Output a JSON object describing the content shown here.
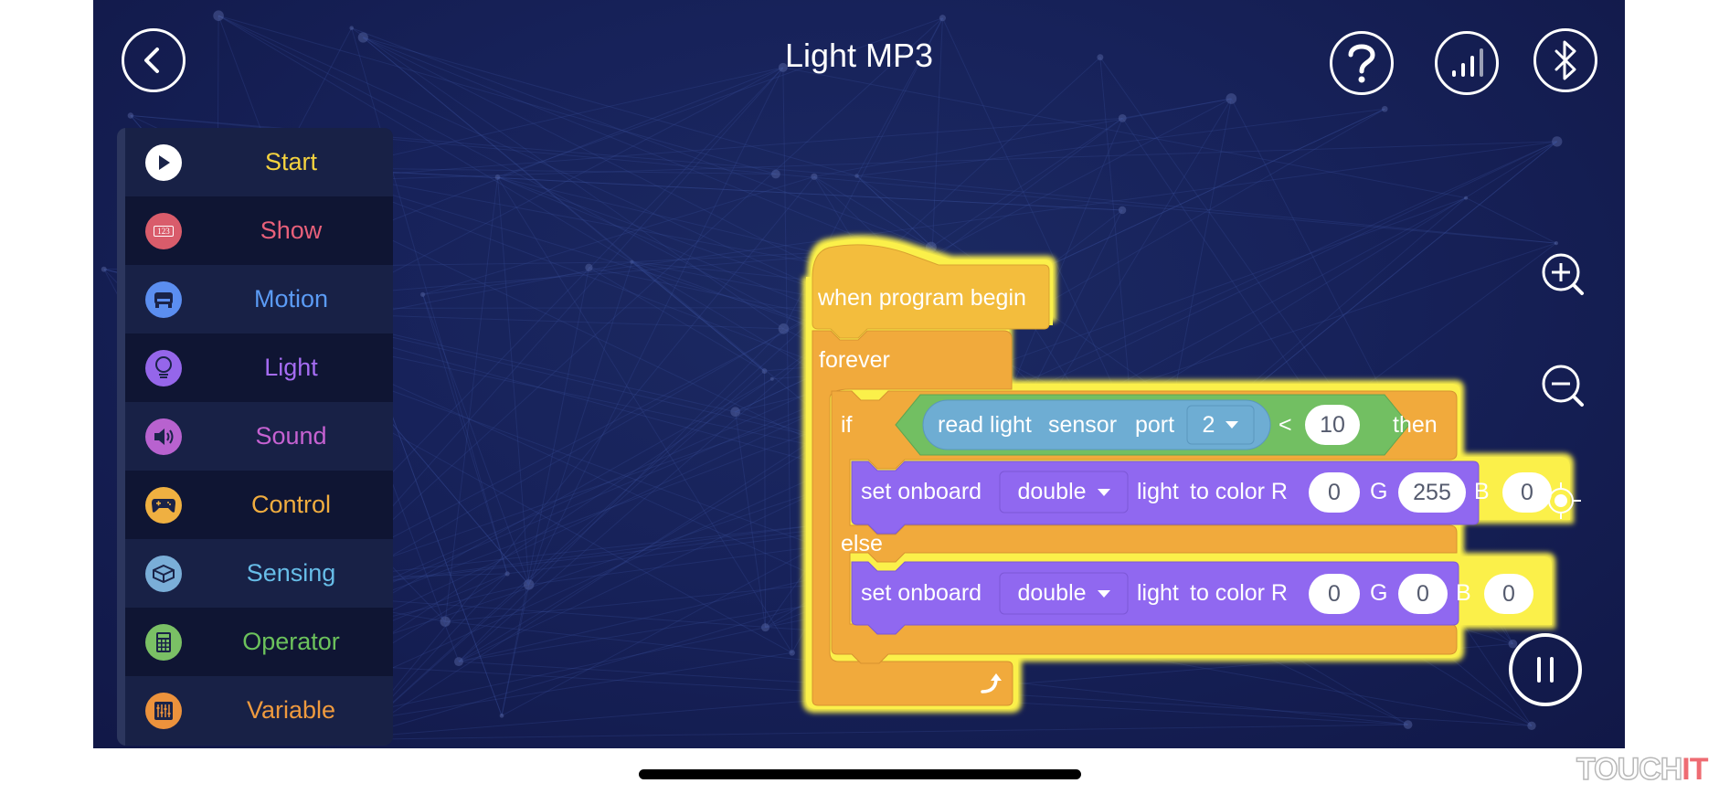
{
  "header": {
    "title": "Light MP3",
    "back_icon": "chevron-left-icon",
    "help_icon": "question-mark-icon",
    "signal_icon": "signal-bars-icon",
    "bluetooth_icon": "bluetooth-icon"
  },
  "sidebar": {
    "items": [
      {
        "label": "Start",
        "icon": "play-icon",
        "color": "#f5d33f",
        "icon_bg": "#ffffff"
      },
      {
        "label": "Show",
        "icon": "display-123-icon",
        "icon_text": "123",
        "color": "#e8607a",
        "icon_bg": "#d95c6b"
      },
      {
        "label": "Motion",
        "icon": "car-icon",
        "color": "#5b9bf5",
        "icon_bg": "#5b8ef0"
      },
      {
        "label": "Light",
        "icon": "lightbulb-icon",
        "color": "#a56cf2",
        "icon_bg": "#9566ea"
      },
      {
        "label": "Sound",
        "icon": "speaker-icon",
        "color": "#c662d2",
        "icon_bg": "#b862cf"
      },
      {
        "label": "Control",
        "icon": "gamepad-icon",
        "color": "#f1ad3f",
        "icon_bg": "#efb041"
      },
      {
        "label": "Sensing",
        "icon": "cube-icon",
        "color": "#67bde8",
        "icon_bg": "#7aaed8"
      },
      {
        "label": "Operator",
        "icon": "calculator-icon",
        "color": "#6cc25c",
        "icon_bg": "#7ac065"
      },
      {
        "label": "Variable",
        "icon": "sliders-icon",
        "color": "#ef9a3e",
        "icon_bg": "#ec923c"
      }
    ]
  },
  "blocks": {
    "hat_label": "when program begin",
    "forever_label": "forever",
    "if_label": "if",
    "then_label": "then",
    "else_label": "else",
    "sensor": {
      "label_read": "read light",
      "label_sensor": "sensor",
      "label_port": "port",
      "port_value": "2"
    },
    "comparison": {
      "operator": "<",
      "value": "10"
    },
    "set_if": {
      "label_set": "set onboard",
      "mode": "double",
      "label_light": "light",
      "label_to": "to color R",
      "r": "0",
      "g_label": "G",
      "g": "255",
      "b_label": "B",
      "b": "0"
    },
    "set_else": {
      "label_set": "set onboard",
      "mode": "double",
      "label_light": "light",
      "label_to": "to color R",
      "r": "0",
      "g_label": "G",
      "g": "0",
      "b_label": "B",
      "b": "0"
    },
    "loop_icon": "loop-arrow-icon",
    "colors": {
      "hat": "#f3bd3d",
      "control": "#f1aa3c",
      "highlight": "#fbf04a",
      "operator": "#72bf62",
      "sensing": "#6eadd3",
      "light": "#9068f0"
    }
  },
  "controls": {
    "zoom_in_icon": "zoom-in-icon",
    "zoom_out_icon": "zoom-out-icon",
    "pause_icon": "pause-icon"
  },
  "system": {
    "watermark_part1": "TOUCH",
    "watermark_part2": "IT"
  }
}
